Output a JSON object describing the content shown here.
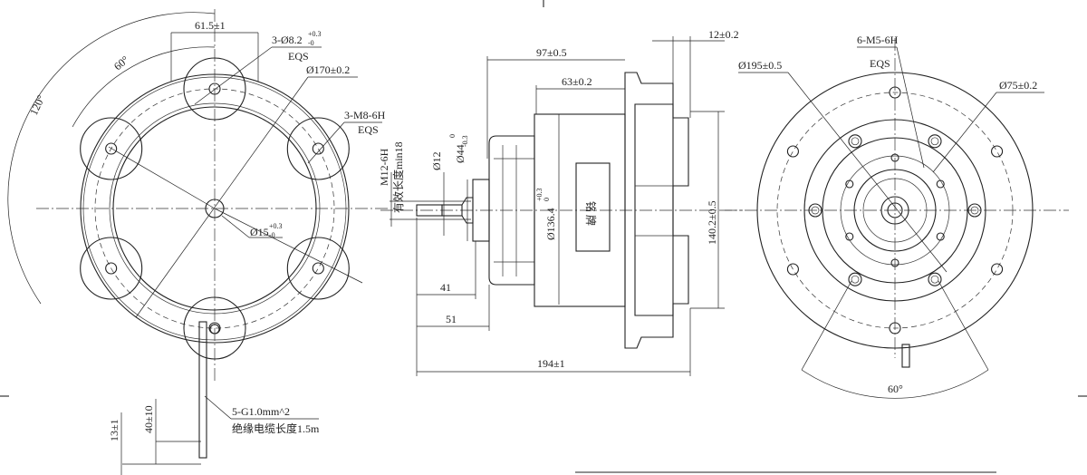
{
  "front_view": {
    "dim_width": "61.5±1",
    "holes_label": "3-Ø8.2",
    "holes_tol_upper": "+0.3",
    "holes_tol_lower": "-0",
    "holes_eqs": "EQS",
    "dia_170": "Ø170±0.2",
    "thread_label": "3-M8-6H",
    "thread_eqs": "EQS",
    "center_hole": "Ø15",
    "center_tol_upper": "+0.3",
    "center_tol_lower": "-0",
    "angle_60": "60°",
    "angle_120": "120°",
    "cable_spec": "5-G1.0mm^2",
    "cable_length": "绝缘电缆长度1.5m",
    "dim_40": "40±10",
    "dim_13": "13±1"
  },
  "side_view": {
    "shaft_thread": "M12-6H",
    "thread_depth": "有效长度min18",
    "shaft_dia": "Ø12",
    "hub_dia": "Ø44",
    "hub_tol_upper": "0",
    "hub_tol_lower": "-0.3",
    "body_dia": "Ø136.4",
    "body_tol_upper": "+0.3",
    "body_tol_lower": "0",
    "nameplate": "铭 牌",
    "dim_97": "97±0.5",
    "dim_63": "63±0.2",
    "dim_12": "12±0.2",
    "dim_140": "140.2±0.5",
    "dim_41": "41",
    "dim_51": "51",
    "dim_194": "194±1"
  },
  "rear_view": {
    "dia_195": "Ø195±0.5",
    "thread_label": "6-M5-6H",
    "thread_eqs": "EQS",
    "dia_75": "Ø75±0.2",
    "angle_60": "60°"
  }
}
